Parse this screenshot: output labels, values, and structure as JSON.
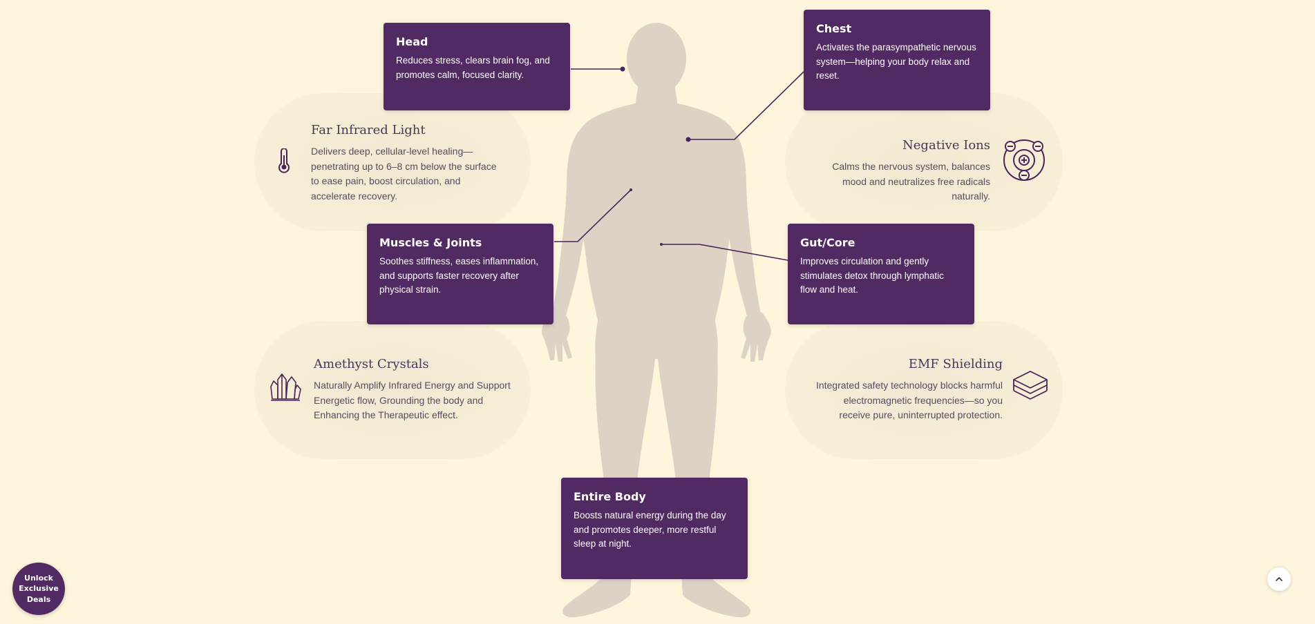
{
  "features": {
    "far_infrared": {
      "title": "Far Infrared Light",
      "description": "Delivers deep, cellular-level healing—penetrating up to 6–8 cm below the surface to ease pain, boost circulation, and accelerate recovery.",
      "icon": "thermometer-icon"
    },
    "negative_ions": {
      "title": "Negative Ions",
      "description": "Calms the nervous system, balances mood and neutralizes free radicals naturally.",
      "icon": "ions-icon"
    },
    "amethyst": {
      "title": "Amethyst Crystals",
      "description": "Naturally Amplify Infrared Energy and Support Energetic flow, Grounding the body and Enhancing the Therapeutic effect.",
      "icon": "crystals-icon"
    },
    "emf": {
      "title": "EMF Shielding",
      "description": "Integrated safety technology blocks harmful electromagnetic frequencies—so you receive pure, uninterrupted protection.",
      "icon": "layers-icon"
    }
  },
  "cards": {
    "head": {
      "title": "Head",
      "description": "Reduces stress, clears brain fog, and promotes calm, focused clarity."
    },
    "chest": {
      "title": "Chest",
      "description": "Activates the parasympathetic nervous system—helping your body relax and reset."
    },
    "muscles": {
      "title": "Muscles & Joints",
      "description": "Soothes stiffness, eases inflammation, and supports faster recovery after physical strain."
    },
    "gut": {
      "title": "Gut/Core",
      "description": "Improves circulation and gently stimulates detox through lymphatic flow and heat."
    },
    "body": {
      "title": "Entire Body",
      "description": "Boosts natural energy during the day and promotes deeper, more restful sleep at night."
    }
  },
  "deals_button": {
    "label": "Unlock Exclusive Deals"
  },
  "scroll_top": {
    "icon": "chevron-up-icon"
  },
  "colors": {
    "background": "#fdf5dc",
    "card": "#512a63",
    "silhouette": "#ddd2c4",
    "accent": "#4a2458"
  }
}
